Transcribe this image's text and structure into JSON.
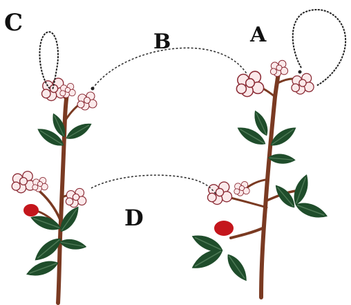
{
  "labels": {
    "a": "A",
    "b": "B",
    "c": "C",
    "d": "D"
  },
  "colors": {
    "background": "#ffffff",
    "stem": "#7a3a22",
    "leaf": "#1f4d2b",
    "leaf_vein": "#4e7a56",
    "flower_fill": "#fbe9ea",
    "flower_stroke": "#8a2a34",
    "fruit": "#c4161c",
    "dashed_line": "#333333",
    "loop_line": "#222222"
  }
}
